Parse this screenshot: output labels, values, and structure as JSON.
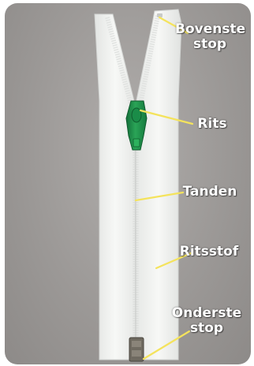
{
  "labels": {
    "top_stop_line1": "Bovenste",
    "top_stop_line2": "stop",
    "slider": "Rits",
    "teeth": "Tanden",
    "tape": "Ritsstof",
    "bottom_stop_line1": "Onderste",
    "bottom_stop_line2": "stop"
  },
  "colors": {
    "background": "#9c9997",
    "zipper_tape": "#f1f2f0",
    "slider": "#1f8a43",
    "pointer_lines": "#f4e35c",
    "label_text": "#ffffff"
  }
}
